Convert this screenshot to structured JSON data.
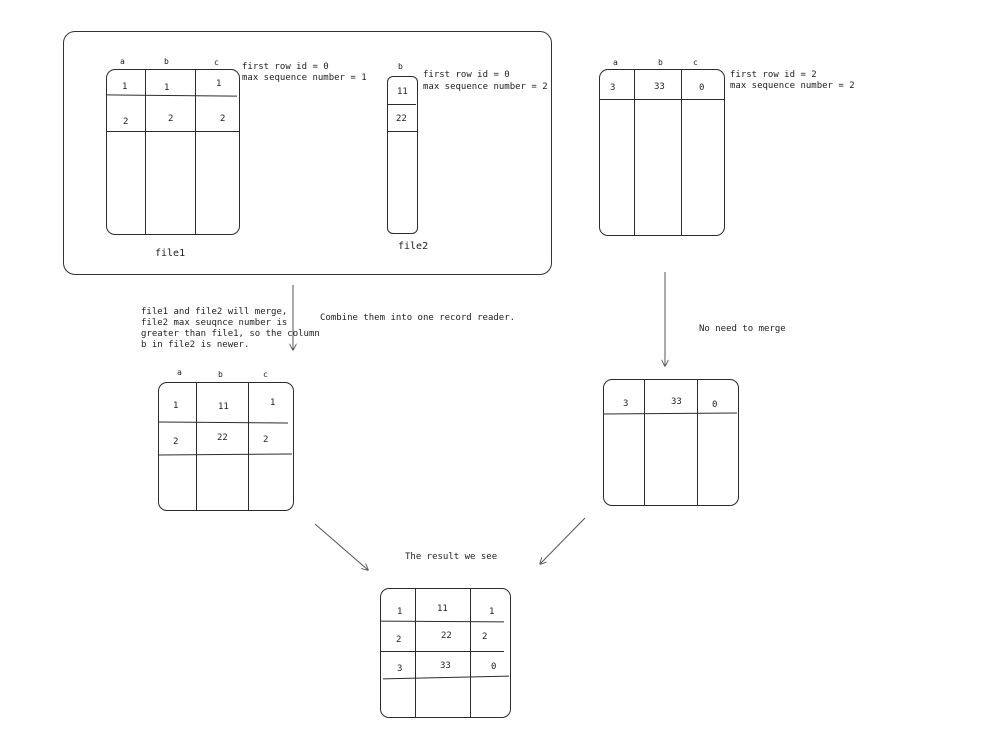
{
  "file1": {
    "label": "file1",
    "headers": [
      "a",
      "b",
      "c"
    ],
    "rows": [
      [
        "1",
        "1",
        "1"
      ],
      [
        "2",
        "2",
        "2"
      ]
    ],
    "meta": [
      "first row id = 0",
      "max sequence number = 1"
    ]
  },
  "file2": {
    "label": "file2",
    "headers": [
      "b"
    ],
    "rows": [
      [
        "11"
      ],
      [
        "22"
      ]
    ],
    "meta": [
      "first row id = 0",
      "max sequence number = 2"
    ]
  },
  "file3": {
    "headers": [
      "a",
      "b",
      "c"
    ],
    "rows": [
      [
        "3",
        "33",
        "0"
      ]
    ],
    "meta": [
      "first row id = 2",
      "max sequence number = 2"
    ]
  },
  "annotations": {
    "merge_note": [
      "file1 and file2 will merge,",
      "file2 max seuqnce number is",
      "greater than file1, so the column",
      "b in file2 is newer."
    ],
    "combine_note": "Combine them into one record reader.",
    "no_merge_note": "No need to merge",
    "result_note": "The result we see"
  },
  "merged": {
    "headers": [
      "a",
      "b",
      "c"
    ],
    "rows": [
      [
        "1",
        "11",
        "1"
      ],
      [
        "2",
        "22",
        "2"
      ]
    ]
  },
  "passthrough": {
    "rows": [
      [
        "3",
        "33",
        "0"
      ]
    ]
  },
  "result": {
    "rows": [
      [
        "1",
        "11",
        "1"
      ],
      [
        "2",
        "22",
        "2"
      ],
      [
        "3",
        "33",
        "0"
      ]
    ]
  }
}
